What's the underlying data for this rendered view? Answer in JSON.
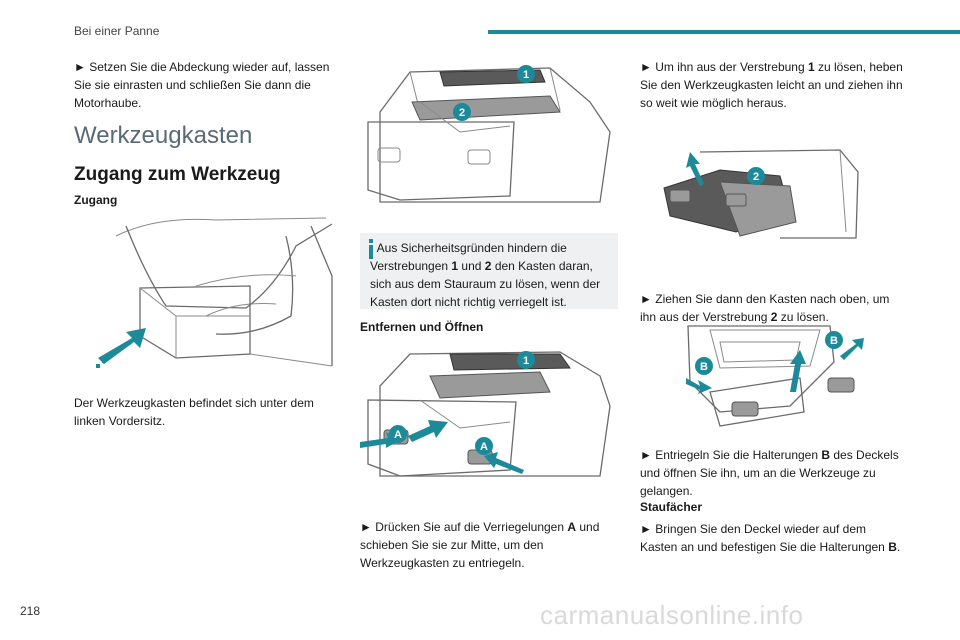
{
  "header": {
    "chapter": "Bei einer Panne"
  },
  "page_number": "218",
  "watermark": "carmanualsonline.info",
  "bullet_glyph": "►",
  "col1": {
    "para_close": "Setzen Sie die Abdeckung wieder auf, lassen Sie sie einrasten und schließen Sie dann die Motorhaube.",
    "section_title": "Werkzeugkasten",
    "subsection_title": "Zugang zum Werkzeug",
    "access_heading": "Zugang",
    "access_text": "Der Werkzeugkasten befindet sich unter dem linken Vordersitz."
  },
  "col2": {
    "info_pre": "Aus Sicherheitsgründen hindern die Verstrebungen ",
    "info_b1": "1",
    "info_mid": " und ",
    "info_b2": "2",
    "info_post": " den Kasten daran, sich aus dem Stauraum zu lösen, wenn der Kasten dort nicht richtig verriegelt ist.",
    "remove_heading": "Entfernen und Öffnen",
    "press_pre": "Drücken Sie auf die Verriegelungen ",
    "press_b": "A",
    "press_post": " und schieben Sie sie zur Mitte, um den Werkzeugkasten zu entriegeln."
  },
  "col3": {
    "lift_pre": "Um ihn aus der Verstrebung ",
    "lift_b": "1",
    "lift_post": " zu lösen, heben Sie den Werkzeugkasten leicht an und ziehen ihn so weit wie möglich heraus.",
    "pull_pre": "Ziehen Sie dann den Kasten nach oben, um ihn aus der Verstrebung ",
    "pull_b": "2",
    "pull_post": " zu lösen.",
    "unlock_pre": "Entriegeln Sie die Halterungen ",
    "unlock_b": "B",
    "unlock_post": " des Deckels und öffnen Sie ihn, um an die Werkzeuge zu gelangen.",
    "storage_heading": "Staufächer",
    "refit_pre": "Bringen Sie den Deckel wieder auf dem Kasten an und befestigen Sie die Halterungen ",
    "refit_b": "B",
    "refit_post": "."
  },
  "labels": {
    "one": "1",
    "two": "2",
    "a": "A",
    "b": "B"
  },
  "colors": {
    "accent": "#1d8a99",
    "info_bg": "#eef0f1"
  }
}
